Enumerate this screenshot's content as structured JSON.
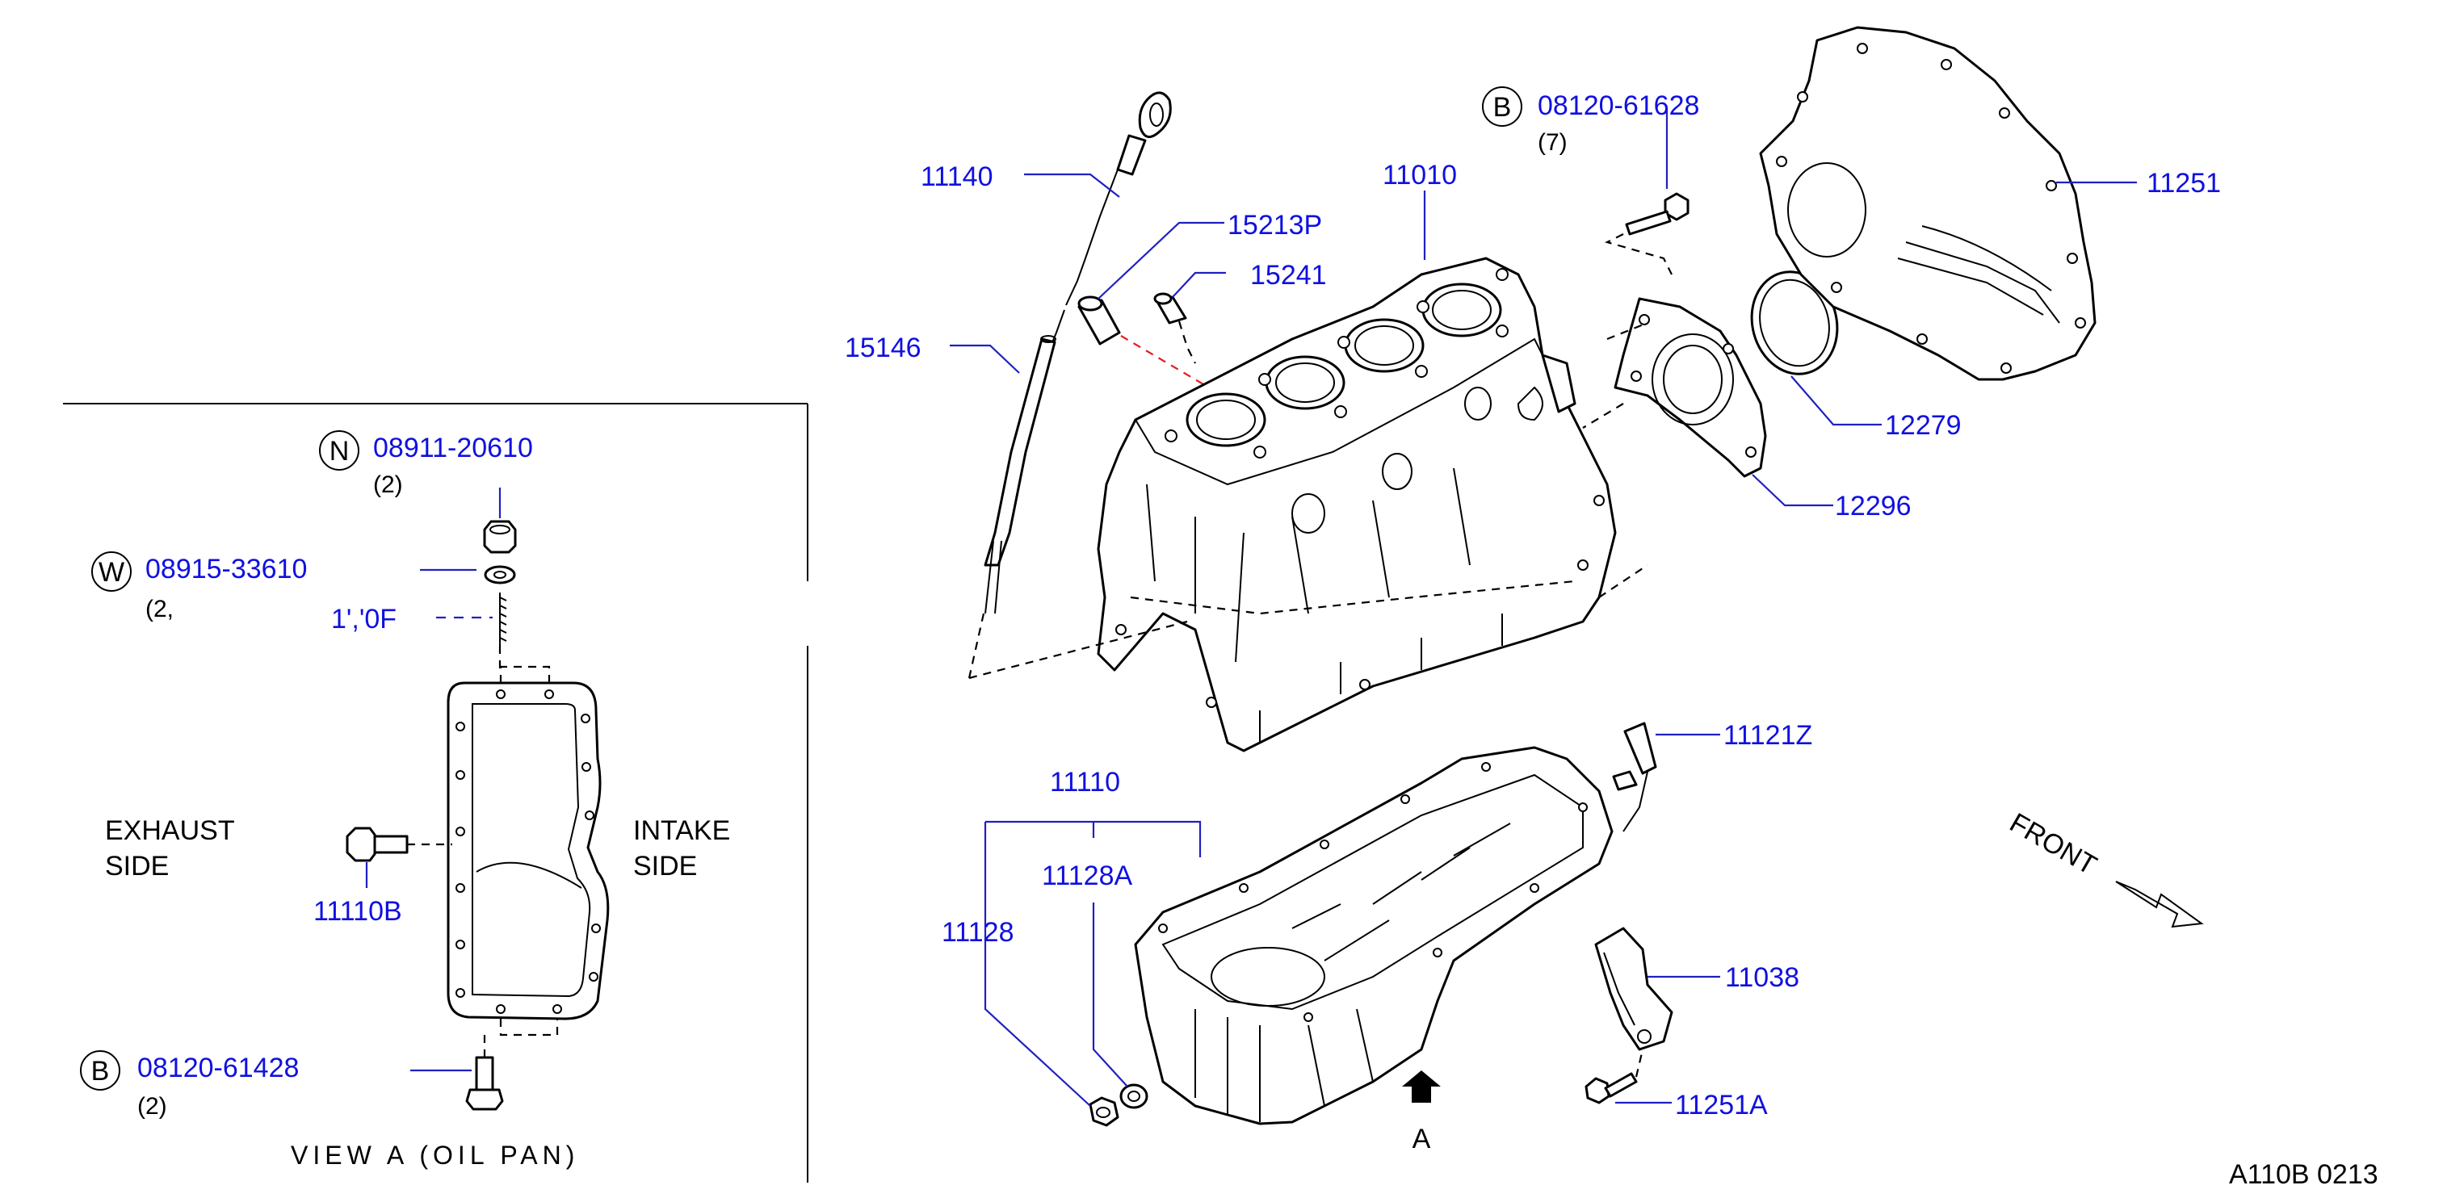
{
  "diagram": {
    "code": "A110B 0213",
    "front_label": "FRONT",
    "view_marker": "A",
    "parts": {
      "p11140": "11140",
      "p15213P": "15213P",
      "p15241": "15241",
      "p11010": "11010",
      "p15146": "15146",
      "p12279": "12279",
      "p12296": "12296",
      "p11251": "11251",
      "p11121Z": "11121Z",
      "p11110": "11110",
      "p11128A": "11128A",
      "p11128": "11128",
      "p11038": "11038",
      "p11251A": "11251A",
      "p11110B": "11110B",
      "p11110F": "1','0F"
    },
    "callouts": {
      "bolt_b_top": {
        "letter": "B",
        "part": "08120-61628",
        "qty": "(7)"
      },
      "nut_n": {
        "letter": "N",
        "part": "08911-20610",
        "qty": "(2)"
      },
      "washer_w": {
        "letter": "W",
        "part": "08915-33610",
        "qty": "(2,"
      },
      "bolt_b_bottom": {
        "letter": "B",
        "part": "08120-61428",
        "qty": "(2)"
      }
    },
    "inset": {
      "exhaust_1": "EXHAUST",
      "exhaust_2": "SIDE",
      "intake_1": "INTAKE",
      "intake_2": "SIDE",
      "caption": "VIEW A (OIL PAN)"
    }
  }
}
